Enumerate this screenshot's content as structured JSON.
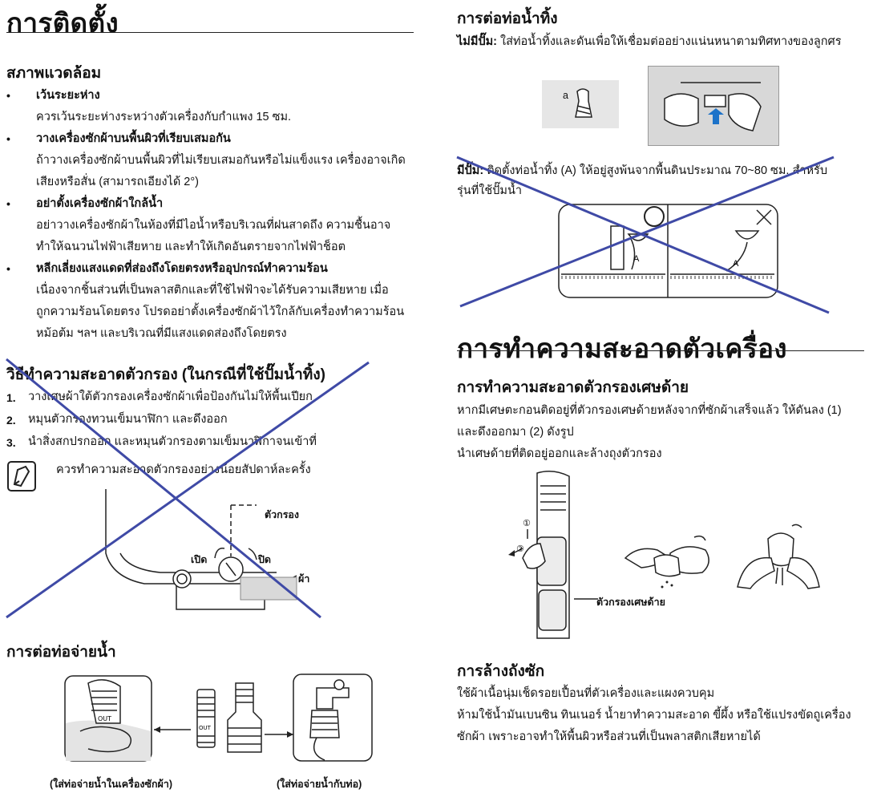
{
  "left": {
    "title": "การติดตั้ง",
    "environment": {
      "heading": "สภาพแวดล้อม",
      "items": [
        {
          "title": "เว้นระยะห่าง",
          "lines": [
            "ควรเว้นระยะห่างระหว่างตัวเครื่องกับกำแพง 15 ซม."
          ]
        },
        {
          "title": "วางเครื่องซักผ้าบนพื้นผิวที่เรียบเสมอกัน",
          "lines": [
            "ถ้าวางเครื่องซักผ้าบนพื้นผิวที่ไม่เรียบเสมอกันหรือไม่แข็งแรง เครื่องอาจเกิด",
            "เสียงหรือสั่น (สามารถเอียงได้ 2°)"
          ]
        },
        {
          "title": "อย่าตั้งเครื่องซักผ้าใกล้น้ำ",
          "lines": [
            "อย่าวางเครื่องซักผ้าในห้องที่มีไอน้ำหรือบริเวณที่ฝนสาดถึง ความชื้นอาจ",
            "ทำให้ฉนวนไฟฟ้าเสียหาย และทำให้เกิดอันตรายจากไฟฟ้าช็อต"
          ]
        },
        {
          "title": "หลีกเลี่ยงแสงแดดที่ส่องถึงโดยตรงหรืออุปกรณ์ทำความร้อน",
          "lines": [
            "เนื่องจากชิ้นส่วนที่เป็นพลาสติกและที่ใช้ไฟฟ้าจะได้รับความเสียหาย เมื่อ",
            "ถูกความร้อนโดยตรง โปรดอย่าตั้งเครื่องซักผ้าไว้ใกล้กับเครื่องทำความร้อน",
            "หม้อต้ม ฯลฯ และบริเวณที่มีแสงแดดส่องถึงโดยตรง"
          ]
        }
      ]
    },
    "filter": {
      "heading": "วิธีทำความสะอาดตัวกรอง (ในกรณีที่ใช้ปั๊มน้ำทิ้ง)",
      "steps": [
        {
          "num": "1.",
          "text": "วางเศษผ้าใต้ตัวกรองเครื่องซักผ้าเพื่อป้องกันไม่ให้พื้นเปียก"
        },
        {
          "num": "2.",
          "text": "หมุนตัวกรองทวนเข็มนาฬิกา และดึงออก"
        },
        {
          "num": "3.",
          "text": "นำสิ่งสกปรกออก และหมุนตัวกรองตามเข็มนาฬิกาจนเข้าที่"
        }
      ],
      "note": "ควรทำความสะอาดตัวกรองอย่างน้อยสัปดาห์ละครั้ง",
      "labels": {
        "filter": "ตัวกรอง",
        "open": "เปิด",
        "close": "ปิด",
        "cloth": "ผ้า"
      }
    },
    "outlet": {
      "heading": "การต่อท่อจ่ายน้ำ",
      "hose_label": "OUT",
      "cap_left": "(ใส่ท่อจ่ายน้ำในเครื่องซักผ้า)",
      "cap_right": "(ใส่ท่อจ่ายน้ำกับท่อ)"
    }
  },
  "right": {
    "drain": {
      "heading": "การต่อท่อน้ำทิ้ง",
      "nopump_label": "ไม่มีปั๊ม:",
      "nopump_text": "ใส่ท่อน้ำทิ้งและดันเพื่อให้เชื่อมต่ออย่างแน่นหนาตามทิศทางของลูกศร",
      "img_label_a": "a",
      "pump_label": "มีปั๊ม:",
      "pump_line1": "ติดตั้งท่อน้ำทิ้ง (A) ให้อยู่สูงพ้นจากพื้นดินประมาณ 70~80 ซม. สำหรับ",
      "pump_line2": "รุ่นที่ใช้ปั๊มน้ำ",
      "label_A": "A"
    },
    "cleaning": {
      "title": "การทำความสะอาดตัวเครื่อง",
      "lint": {
        "heading": "การทำความสะอาดตัวกรองเศษด้าย",
        "lines": [
          "หากมีเศษตะกอนติดอยู่ที่ตัวกรองเศษด้ายหลังจากที่ซักผ้าเสร็จแล้ว ให้ดันลง (1)",
          "และดึงออกมา (2) ดังรูป",
          "นำเศษด้ายที่ติดอยู่ออกและล้างถุงตัวกรอง"
        ],
        "img_label": "ตัวกรองเศษด้าย",
        "mark1": "①",
        "mark2": "②"
      },
      "tub": {
        "heading": "การล้างถังซัก",
        "lines": [
          "ใช้ผ้าเนื้อนุ่มเช็ดรอยเปื้อนที่ตัวเครื่องและแผงควบคุม",
          "ห้ามใช้น้ำมันเบนซิน ทินเนอร์ น้ำยาทำความสะอาด ขี้ผึ้ง หรือใช้แปรงขัดถูเครื่อง",
          "ซักผ้า เพราะอาจทำให้พื้นผิวหรือส่วนที่เป็นพลาสติกเสียหายได้"
        ]
      }
    }
  }
}
